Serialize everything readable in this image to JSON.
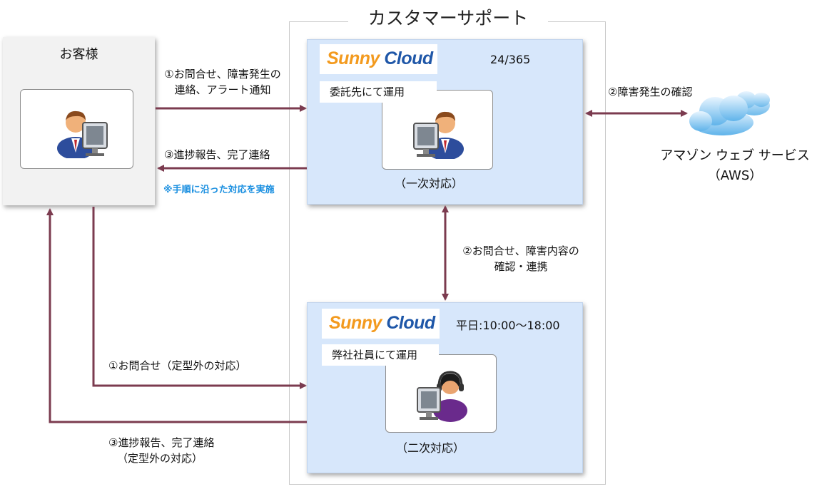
{
  "support_title": "カスタマーサポート",
  "customer": {
    "title": "お客様"
  },
  "tier1": {
    "logo_sunny": "Sunny",
    "logo_cloud": "Cloud",
    "hours": "24/365",
    "operated_by": "委託先にて運用",
    "caption": "（一次対応）"
  },
  "tier2": {
    "logo_sunny": "Sunny",
    "logo_cloud": "Cloud",
    "hours": "平日:10:00～18:00",
    "operated_by": "弊社社員にて運用",
    "caption": "（二次対応）"
  },
  "aws": {
    "line1": "アマゾン ウェブ サービス",
    "line2": "（AWS）"
  },
  "flows": {
    "inquiry_line1": "①お問合せ、障害発生の",
    "inquiry_line2": "連絡、アラート通知",
    "progress_top": "③進捗報告、完了連絡",
    "procedure_note": "※手順に沿った対応を実施",
    "aws_check": "②障害発生の確認",
    "escalate_line1": "②お問合せ、障害内容の",
    "escalate_line2": "確認・連携",
    "inquiry_nonstandard": "①お問合せ（定型外の対応）",
    "progress_bottom_line1": "③進捗報告、完了連絡",
    "progress_bottom_line2": "（定型外の対応）"
  },
  "colors": {
    "arrow": "#7b3b4f",
    "box_blue": "#d7e7fb",
    "box_gray": "#f2f2f2",
    "note_blue": "#1a8fe0"
  }
}
